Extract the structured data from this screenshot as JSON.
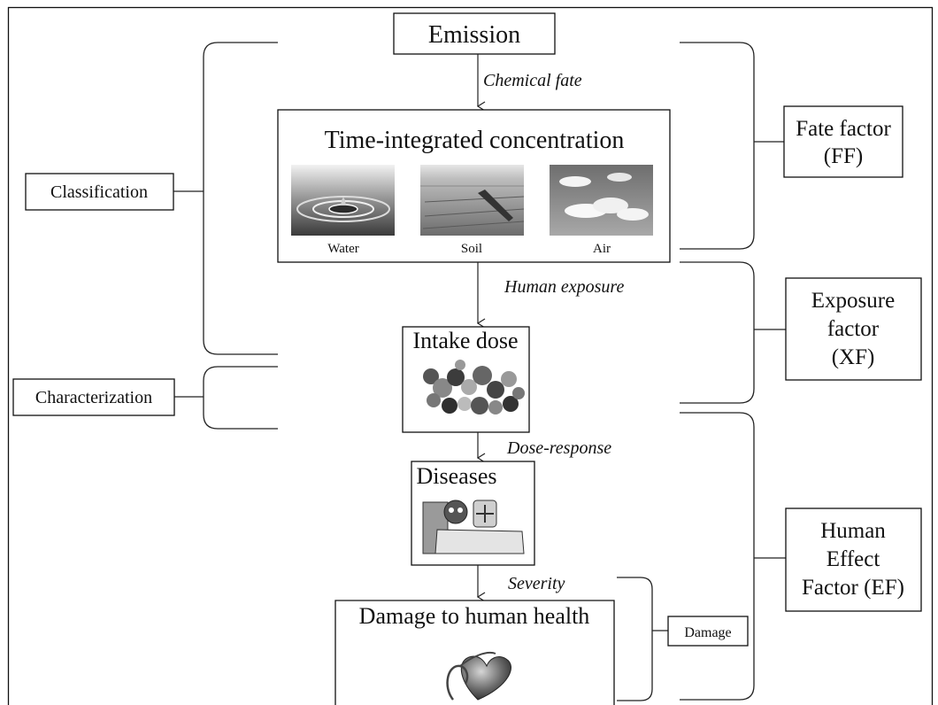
{
  "nodes": {
    "emission": "Emission",
    "concentration": "Time-integrated concentration",
    "intake": "Intake dose",
    "diseases": "Diseases",
    "damage_health": "Damage to human health"
  },
  "media": {
    "water": "Water",
    "soil": "Soil",
    "air": "Air"
  },
  "arrows": {
    "chemical_fate": "Chemical fate",
    "human_exposure": "Human exposure",
    "dose_response": "Dose-response",
    "severity": "Severity"
  },
  "left_labels": {
    "classification": "Classification",
    "characterization": "Characterization",
    "damage": "Damage"
  },
  "right_factors": {
    "fate_l1": "Fate factor",
    "fate_l2": "(FF)",
    "exposure_l1": "Exposure",
    "exposure_l2": "factor",
    "exposure_l3": "(XF)",
    "effect_l1": "Human",
    "effect_l2": "Effect",
    "effect_l3": "Factor (EF)"
  }
}
